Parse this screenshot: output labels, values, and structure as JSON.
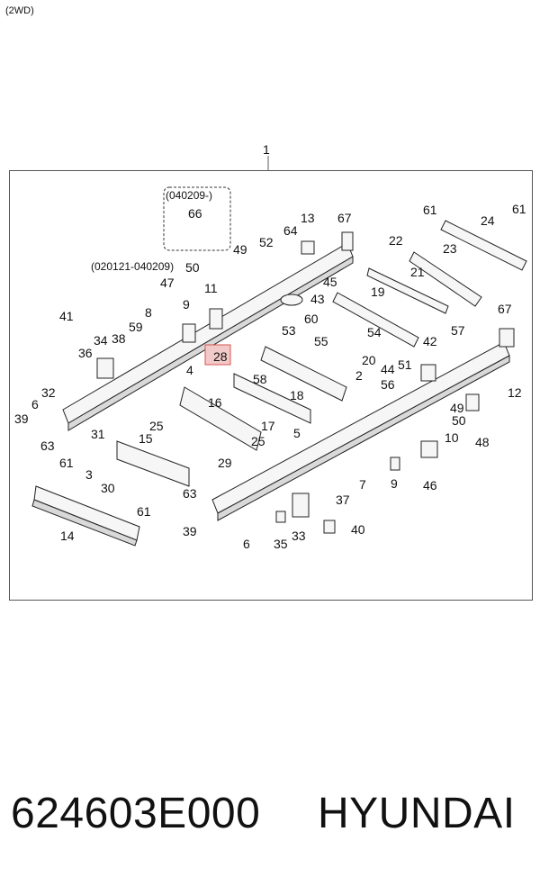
{
  "variant_label": "(2WD)",
  "assembly_callout": "1",
  "date_note_top": "(040209-)",
  "date_note_range": "(020121-040209)",
  "highlighted_callout": "28",
  "callouts": [
    "66",
    "13",
    "67",
    "61",
    "24",
    "61",
    "49",
    "52",
    "64",
    "22",
    "23",
    "50",
    "21",
    "47",
    "11",
    "45",
    "43",
    "19",
    "41",
    "8",
    "9",
    "53",
    "60",
    "67",
    "59",
    "34",
    "38",
    "55",
    "54",
    "42",
    "57",
    "36",
    "28",
    "20",
    "44",
    "51",
    "4",
    "58",
    "2",
    "32",
    "18",
    "56",
    "16",
    "12",
    "6",
    "39",
    "25",
    "17",
    "49",
    "50",
    "63",
    "31",
    "15",
    "5",
    "25",
    "10",
    "48",
    "61",
    "29",
    "9",
    "46",
    "3",
    "30",
    "63",
    "7",
    "37",
    "61",
    "14",
    "39",
    "6",
    "35",
    "33",
    "40"
  ],
  "footer": {
    "part_number": "624603E000",
    "brand": "HYUNDAI"
  },
  "colors": {
    "highlight_fill": "#f2c9c9",
    "highlight_stroke": "#d9534f",
    "frame": "#555555"
  }
}
